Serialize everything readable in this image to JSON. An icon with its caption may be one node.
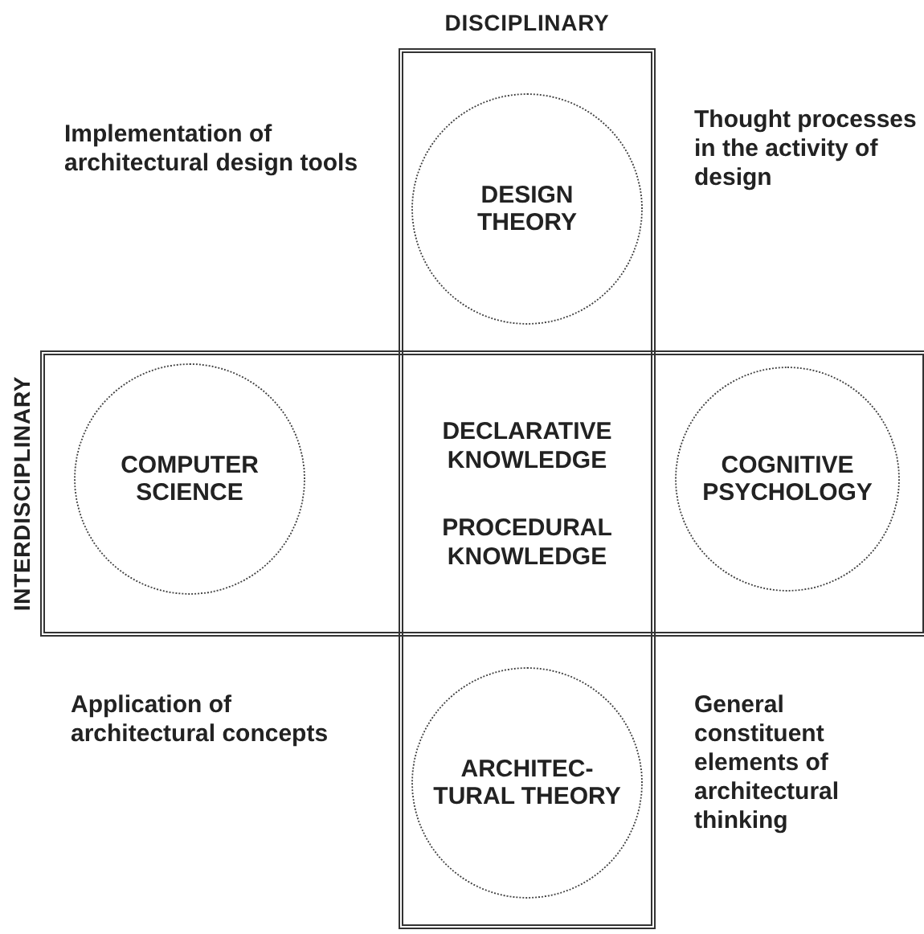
{
  "diagram": {
    "nodes": [
      {
        "text": [
          "DISCIPLINARY"
        ]
      },
      {
        "text": [
          "INTERDISCIPLINARY"
        ]
      },
      {
        "text": [
          "DESIGN THEORY"
        ],
        "in": 0
      },
      {
        "text": [
          "COMPUTER SCIENCE"
        ],
        "in": 1
      },
      {
        "text": [
          "COGNITIVE PSYCHOLOGY"
        ],
        "in": 1
      },
      {
        "text": [
          "ARCHITEC- TURAL THEORY"
        ],
        "in": 0
      }
    ],
    "labels": [
      "Implementation of architectural design tools",
      "Thought processes in the activity of design",
      "DECLARATIVE KNOWLEDGE",
      "PROCEDURAL KNOWLEDGE",
      "Application of architectural concepts",
      "General constituent elements of architectural thinking"
    ]
  }
}
